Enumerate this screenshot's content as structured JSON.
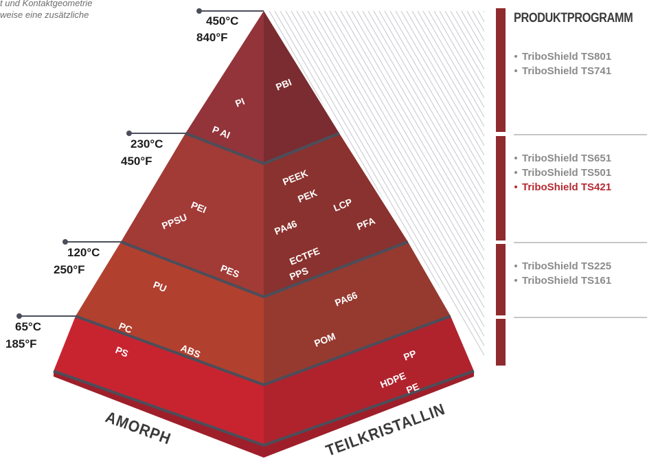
{
  "intro_text": [
    "t und Kontaktgeometrie",
    "weise eine zusätzliche"
  ],
  "temperatures": [
    {
      "c": "450°C",
      "f": "840°F"
    },
    {
      "c": "230°C",
      "f": "450°F"
    },
    {
      "c": "120°C",
      "f": "250°F"
    },
    {
      "c": "65°C",
      "f": "185°F"
    }
  ],
  "materials": {
    "tier1": [
      "PI",
      "P AI",
      "PBI"
    ],
    "tier2": [
      "PEI",
      "PPSU",
      "PEEK",
      "PEK",
      "LCP",
      "PA46",
      "PFA"
    ],
    "tier3": [
      "PU",
      "PES",
      "ECTFE",
      "PPS",
      "PA66"
    ],
    "tier4": [
      "PC",
      "ABS",
      "PS",
      "POM",
      "PP",
      "HDPE",
      "PE"
    ]
  },
  "base_labels": {
    "left": "AMORPH",
    "right": "TEILKRISTALLIN"
  },
  "sidebar": {
    "title": "PRODUKTPROGRAMM",
    "groups": [
      {
        "items": [
          {
            "label": "TriboShield TS801"
          },
          {
            "label": "TriboShield TS741"
          }
        ]
      },
      {
        "items": [
          {
            "label": "TriboShield TS651"
          },
          {
            "label": "TriboShield TS501"
          },
          {
            "label": "TriboShield TS421",
            "highlight": true
          }
        ]
      },
      {
        "items": [
          {
            "label": "TriboShield TS225"
          },
          {
            "label": "TriboShield TS161"
          }
        ]
      }
    ]
  },
  "colors": {
    "tier1_left": "#92343a",
    "tier1_right": "#7a2c30",
    "tier2_left": "#a23a36",
    "tier2_right": "#8a322f",
    "tier3_left": "#b2402f",
    "tier3_right": "#963a30",
    "tier4_left": "#c82430",
    "tier4_right": "#b0232d",
    "seam": "#4b4e5a",
    "accent": "#8f2a2e",
    "highlight": "#b52a31"
  }
}
